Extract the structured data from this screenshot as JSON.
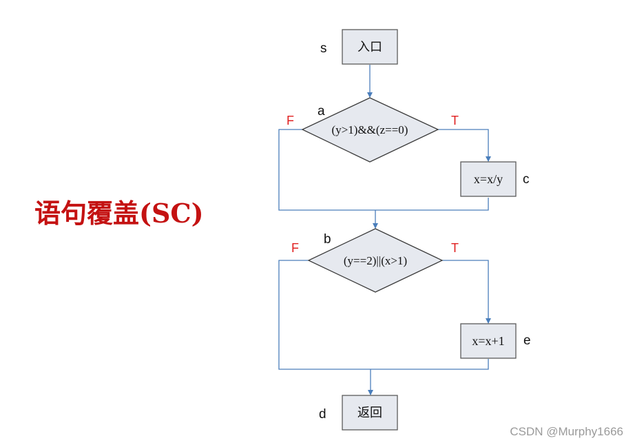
{
  "title": "语句覆盖(SC)",
  "nodes": {
    "entry": {
      "letter": "s",
      "label": "入口"
    },
    "decision_a": {
      "letter": "a",
      "condition": "(y>1)&&(z==0)",
      "false_label": "F",
      "true_label": "T"
    },
    "process_c": {
      "letter": "c",
      "label": "x=x/y"
    },
    "decision_b": {
      "letter": "b",
      "condition": "(y==2)||(x>1)",
      "false_label": "F",
      "true_label": "T"
    },
    "process_e": {
      "letter": "e",
      "label": "x=x+1"
    },
    "exit": {
      "letter": "d",
      "label": "返回"
    }
  },
  "colors": {
    "title": "#c41212",
    "box_fill": "#e6e9ef",
    "box_stroke": "#5a5a5a",
    "edge": "#4a7ebb",
    "tf": "#e02020"
  },
  "watermark": "CSDN @Murphy1666"
}
